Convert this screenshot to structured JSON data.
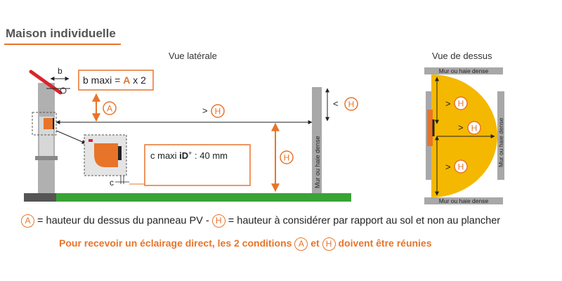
{
  "title": "Maison individuelle",
  "views": {
    "side": "Vue latérale",
    "top": "Vue de dessus"
  },
  "labels": {
    "b": "b",
    "b_maxi_prefix": "b maxi = ",
    "b_maxi_A": "A",
    "b_maxi_suffix": " x 2",
    "c_maxi_prefix": "c maxi ",
    "c_maxi_id": "iD",
    "c_maxi_sup": "+",
    "c_maxi_suffix": " : 40 mm",
    "c": "c",
    "gt": ">",
    "lt": "<",
    "A": "A",
    "H": "H",
    "wall_vertical": "Mur ou haie dense",
    "wall_top": "Mur ou haie dense",
    "wall_bottom": "Mur ou haie dense",
    "wall_right": "Mur ou haie dense"
  },
  "legend": {
    "A": "A",
    "A_text": " = hauteur du dessus du panneau PV - ",
    "H": "H",
    "H_text": " = hauteur à considérer par rapport au sol et non au plancher"
  },
  "condition": {
    "prefix": "Pour recevoir un éclairage direct, les 2 conditions ",
    "A": "A",
    "mid": " et ",
    "H": "H",
    "suffix": " doivent être réunies"
  },
  "colors": {
    "orange": "#e8742a",
    "yellow": "#f5b800",
    "green": "#3aa335",
    "gray": "#a8a8a8",
    "dark": "#555555",
    "red": "#d9252b"
  }
}
